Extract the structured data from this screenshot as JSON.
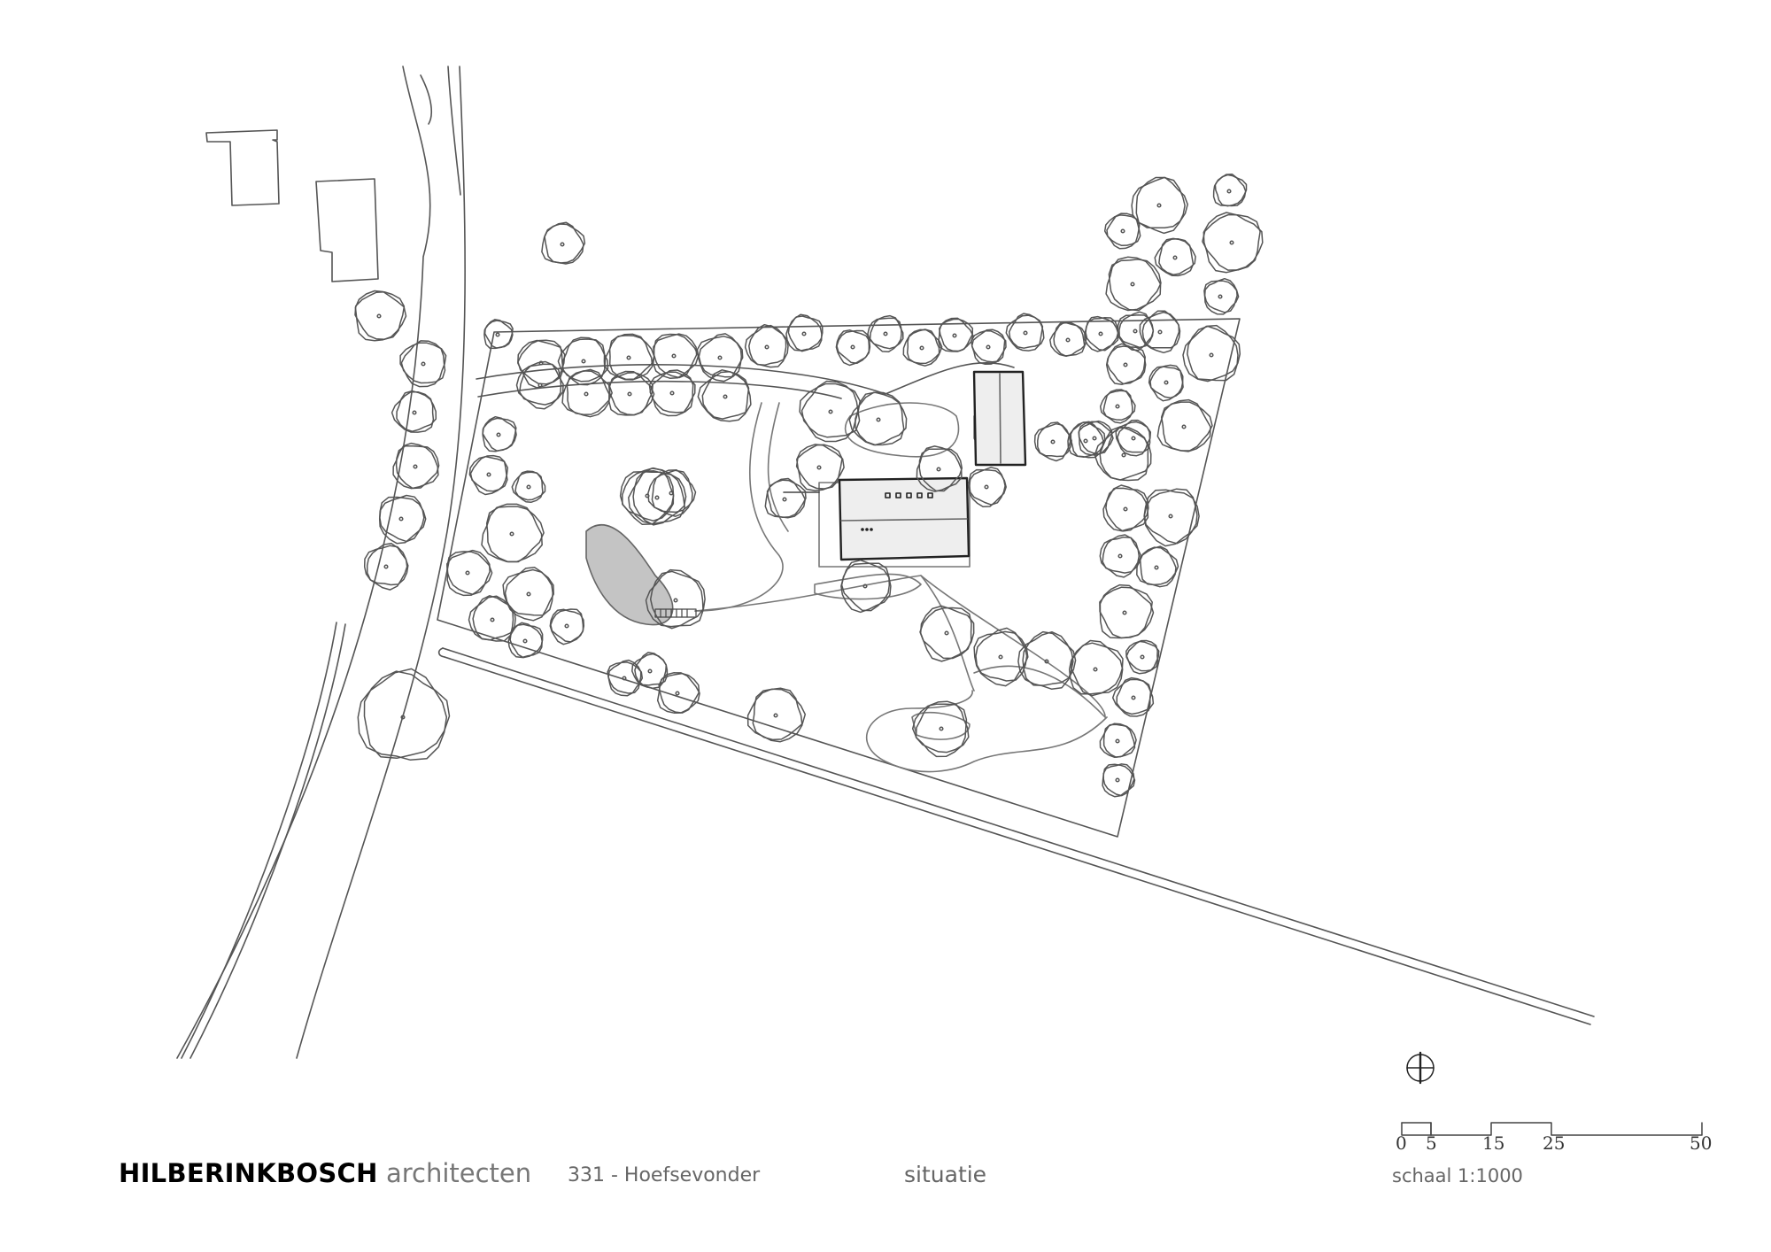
{
  "title_block": {
    "firm_name": "HILBERINKBOSCH",
    "firm_suffix": "architecten",
    "project": "331 - Hoefsevonder",
    "sheet": "situatie",
    "scale_text": "schaal 1:1000"
  },
  "scale_bar": {
    "labels": [
      "0",
      "5",
      "15",
      "25",
      "50"
    ]
  },
  "colors": {
    "line": "#555555",
    "building_fill": "#eeeeee",
    "pond_fill": "#c4c4c4"
  },
  "icons": {
    "north": "north-arrow-icon"
  }
}
